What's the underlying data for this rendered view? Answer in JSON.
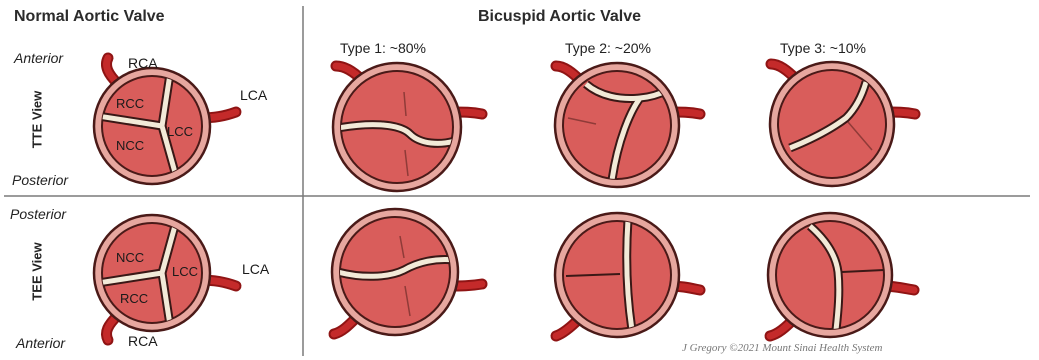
{
  "headers": {
    "normal": "Normal Aortic Valve",
    "bicuspid": "Bicuspid Aortic Valve"
  },
  "types": {
    "type1": "Type 1: ~80%",
    "type2": "Type 2: ~20%",
    "type3": "Type 3: ~10%"
  },
  "rows": {
    "tte": {
      "label": "TTE View",
      "top": "Anterior",
      "bottom": "Posterior",
      "rca": "RCA",
      "lca": "LCA",
      "cusps": [
        "RCC",
        "LCC",
        "NCC"
      ]
    },
    "tee": {
      "label": "TEE View",
      "top": "Posterior",
      "bottom": "Anterior",
      "rca": "RCA",
      "lca": "LCA",
      "cusps": [
        "NCC",
        "LCC",
        "RCC"
      ]
    }
  },
  "credit": "J Gregory ©2021 Mount Sinai Health System",
  "colors": {
    "artery": "#b51f1f",
    "ring": "#e7a79f",
    "leaflet": "#d95d5b",
    "commissure": "#f2ead8",
    "divider": "#7a7a7a"
  }
}
